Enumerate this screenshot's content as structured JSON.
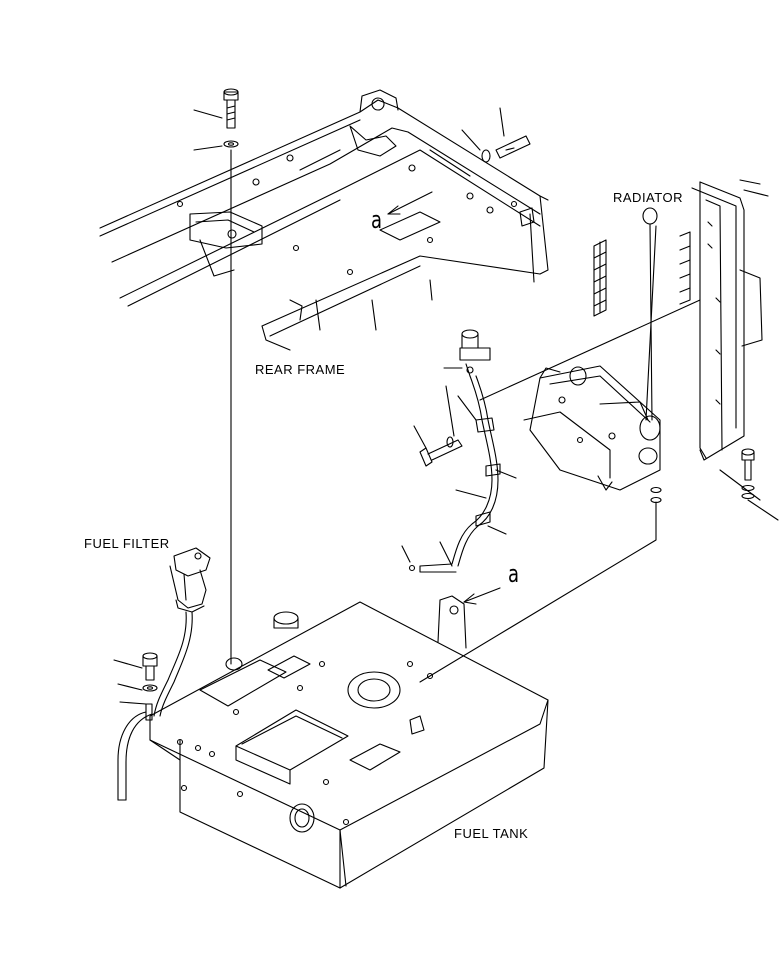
{
  "labels": {
    "rear_frame": "REAR FRAME",
    "radiator": "RADIATOR",
    "fuel_filter": "FUEL FILTER",
    "fuel_tank": "FUEL TANK"
  },
  "reference_marks": {
    "upper": "a",
    "lower": "a"
  },
  "colors": {
    "line": "#000000",
    "background": "#ffffff"
  }
}
